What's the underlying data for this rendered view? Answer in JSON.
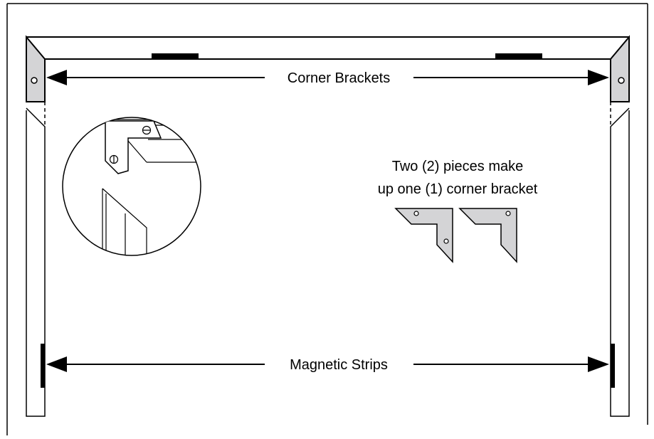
{
  "labels": {
    "corner_brackets": "Corner Brackets",
    "magnetic_strips": "Magnetic Strips",
    "note_line1": "Two (2) pieces make",
    "note_line2": "up one (1) corner bracket"
  },
  "colors": {
    "stroke": "#000000",
    "bracket_fill": "#d4d4d6",
    "background": "#ffffff"
  }
}
